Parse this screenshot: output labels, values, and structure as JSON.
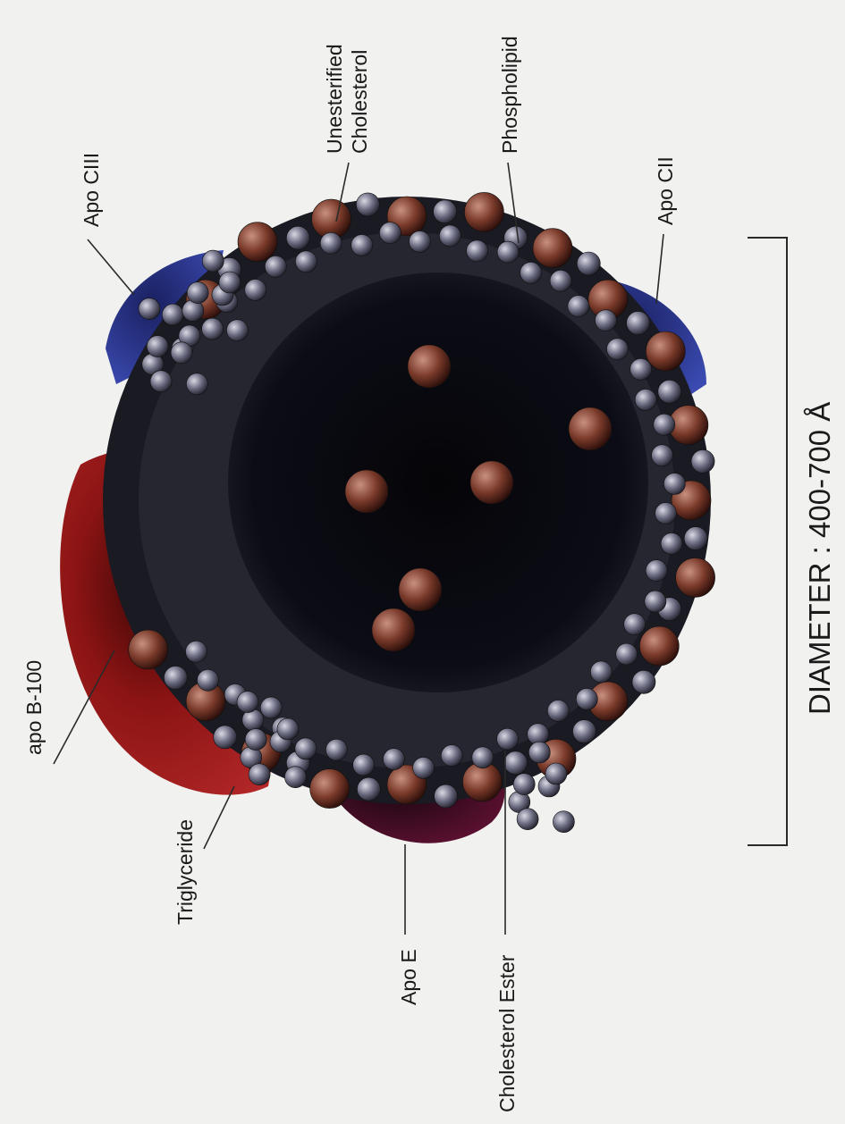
{
  "labels": {
    "apo_b100": "apo B-100",
    "triglyceride": "Triglyceride",
    "apo_e": "Apo E",
    "cholesterol_ester": "Cholesterol Ester",
    "apo_ciii": "Apo CIII",
    "unesterified_line1": "Unesterified",
    "unesterified_line2": "Cholesterol",
    "phospholipid": "Phospholipid",
    "apo_cii": "Apo CII"
  },
  "diameter": "DIAMETER :  400-700 Å",
  "colors": {
    "background": "#f1f1ef",
    "apo_b100": "#8c1414",
    "apo_e": "#3a0a2a",
    "apo_c": "#2a3a9a",
    "core": "#0a0a12",
    "phospholipid_head": "#8a6a78",
    "cholesterol_sphere": "#7a3a28"
  }
}
